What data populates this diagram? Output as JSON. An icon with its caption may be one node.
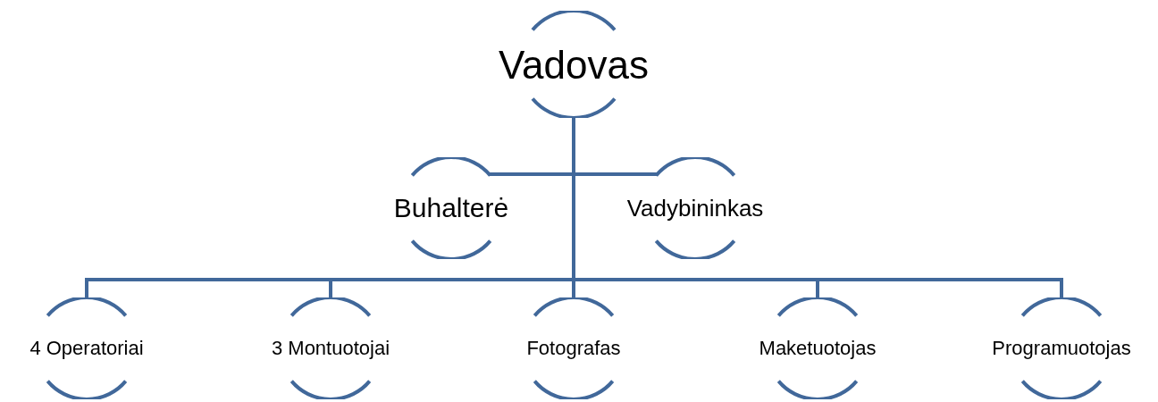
{
  "diagram": {
    "nodes": [
      {
        "text": [
          "Vadovas"
        ]
      },
      {
        "text": [
          "Buhalterė"
        ]
      },
      {
        "text": [
          "Vadybininkas"
        ]
      },
      {
        "text": [
          "4 Operatoriai"
        ]
      },
      {
        "text": [
          "3 Montuotojai"
        ]
      },
      {
        "text": [
          "Fotografas"
        ]
      },
      {
        "text": [
          "Maketuotojas"
        ]
      },
      {
        "text": [
          "Programuotojas"
        ]
      }
    ],
    "edges": [
      {
        "from": 0,
        "to": 1,
        "arrow": "none"
      },
      {
        "from": 0,
        "to": 2,
        "arrow": "none"
      },
      {
        "from": 0,
        "to": 3,
        "arrow": "none"
      },
      {
        "from": 0,
        "to": 4,
        "arrow": "none"
      },
      {
        "from": 0,
        "to": 5,
        "arrow": "none"
      },
      {
        "from": 0,
        "to": 6,
        "arrow": "none"
      },
      {
        "from": 0,
        "to": 7,
        "arrow": "none"
      }
    ]
  }
}
